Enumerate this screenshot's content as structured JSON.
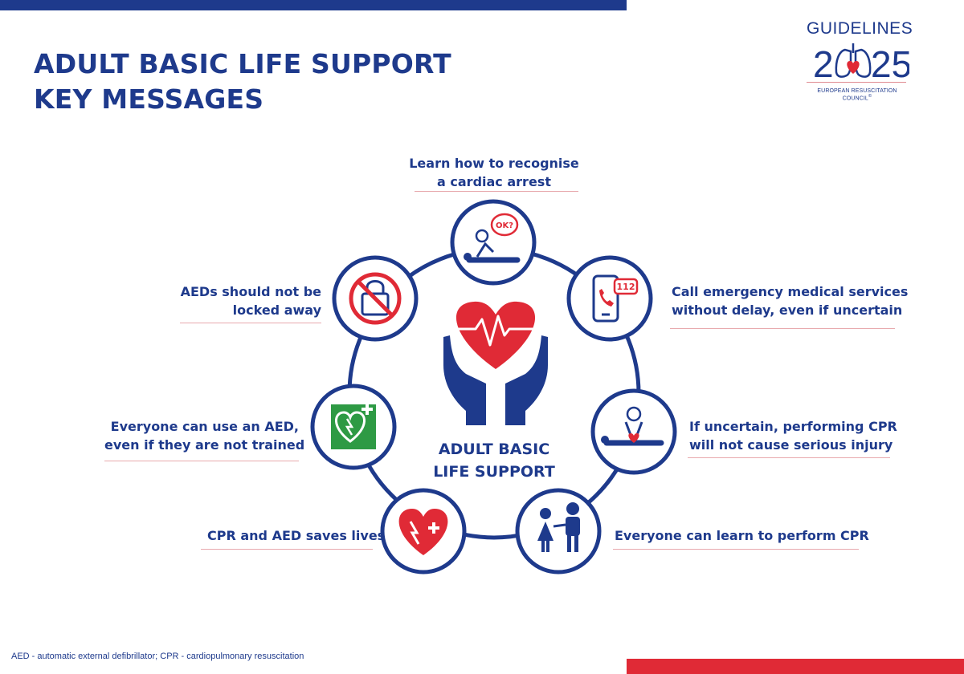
{
  "header": {
    "title_line1": "ADULT BASIC LIFE SUPPORT",
    "title_line2": "KEY MESSAGES"
  },
  "logo": {
    "guidelines": "GUIDELINES",
    "year_left": "2",
    "year_right": "25",
    "council": "EUROPEAN RESUSCITATION COUNCIL",
    "copyright": "©"
  },
  "center": {
    "label_line1": "ADULT BASIC",
    "label_line2": "LIFE SUPPORT"
  },
  "messages": [
    {
      "id": "recognise",
      "line1": "Learn how to recognise",
      "line2": "a cardiac arrest",
      "icon": "check-responsiveness-icon"
    },
    {
      "id": "call",
      "line1": "Call emergency medical services",
      "line2": "without delay, even if uncertain",
      "icon": "phone-112-icon",
      "badge": "112"
    },
    {
      "id": "cpr-safe",
      "line1": "If uncertain, performing CPR",
      "line2": "will not cause serious injury",
      "icon": "cpr-person-icon"
    },
    {
      "id": "learn",
      "line1": "Everyone can learn to perform CPR",
      "line2": "",
      "icon": "children-icon"
    },
    {
      "id": "saves",
      "line1": "CPR and AED saves lives",
      "line2": "",
      "icon": "heart-aed-icon"
    },
    {
      "id": "use-aed",
      "line1": "Everyone can use an AED,",
      "line2": "even if they are not trained",
      "icon": "aed-sign-icon"
    },
    {
      "id": "locked",
      "line1": "AEDs should not be",
      "line2": "locked away",
      "icon": "no-lock-icon"
    }
  ],
  "ok_bubble": "OK?",
  "footnote": "AED - automatic external defibrillator; CPR - cardiopulmonary resuscitation",
  "colors": {
    "navy": "#1e3a8c",
    "red": "#e02a36",
    "green": "#2e9a44",
    "rule_pink": "#e8a9ad"
  }
}
